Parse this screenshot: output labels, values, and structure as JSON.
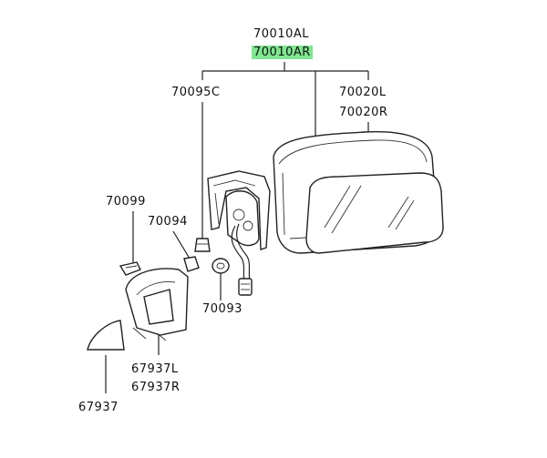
{
  "labels": {
    "p70010AL": "70010AL",
    "p70010AR": "70010AR",
    "p70095C": "70095C",
    "p70020L": "70020L",
    "p70020R": "70020R",
    "p70099": "70099",
    "p70094": "70094",
    "p70093": "70093",
    "p67937L": "67937L",
    "p67937R": "67937R",
    "p67937": "67937"
  },
  "colors": {
    "highlight": "#7ee68f",
    "line": "#222222"
  }
}
